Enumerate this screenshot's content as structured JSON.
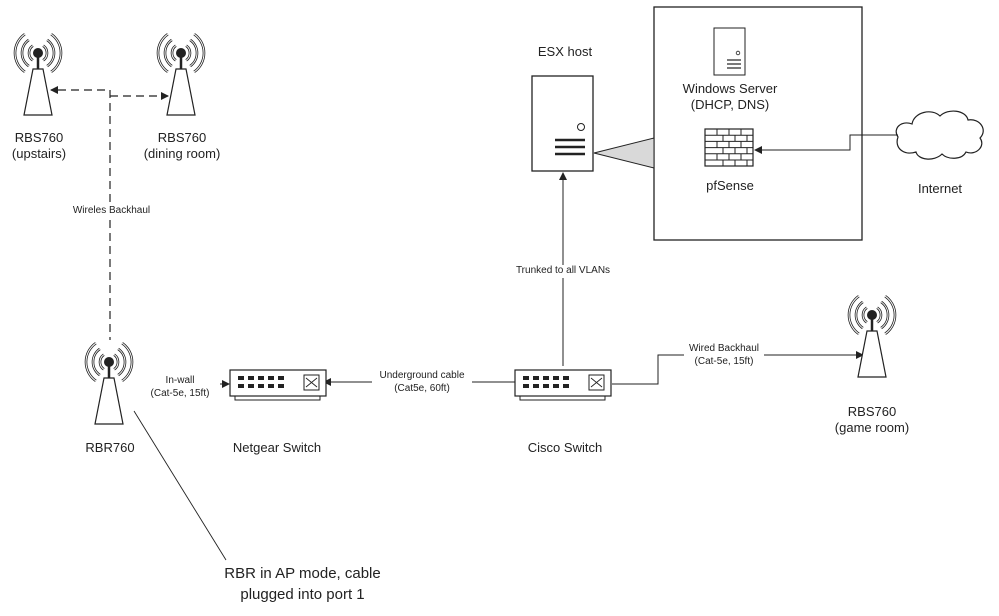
{
  "nodes": {
    "rbs_upstairs": {
      "name": "RBS760",
      "sub": "(upstairs)",
      "icon": "wireless-tower-icon"
    },
    "rbs_dining": {
      "name": "RBS760",
      "sub": "(dining room)",
      "icon": "wireless-tower-icon"
    },
    "rbr": {
      "name": "RBR760",
      "icon": "wireless-tower-icon"
    },
    "rbs_game": {
      "name": "RBS760",
      "sub": "(game room)",
      "icon": "wireless-tower-icon"
    },
    "netgear": {
      "name": "Netgear Switch",
      "icon": "network-switch-icon"
    },
    "cisco": {
      "name": "Cisco Switch",
      "icon": "network-switch-icon"
    },
    "esx": {
      "name": "ESX host",
      "icon": "server-tower-icon"
    },
    "windows": {
      "name": "Windows Server",
      "sub": "(DHCP, DNS)",
      "icon": "server-tower-icon"
    },
    "pfsense": {
      "name": "pfSense",
      "icon": "firewall-icon"
    },
    "internet": {
      "name": "Internet",
      "icon": "cloud-icon"
    }
  },
  "links": {
    "wireless_backhaul": {
      "label": "Wireles Backhaul",
      "style": "dashed"
    },
    "in_wall": {
      "label": "In-wall",
      "sub": "(Cat-5e, 15ft)"
    },
    "underground": {
      "label": "Underground cable",
      "sub": "(Cat5e, 60ft)"
    },
    "trunk": {
      "label": "Trunked to all VLANs"
    },
    "wired_backhaul": {
      "label": "Wired Backhaul",
      "sub": "(Cat-5e, 15ft)"
    }
  },
  "annotation": {
    "line1": "RBR in AP mode, cable",
    "line2": "plugged into port 1"
  },
  "colors": {
    "stroke": "#222222",
    "fill_gray": "#d9d9d9",
    "background": "#ffffff"
  }
}
